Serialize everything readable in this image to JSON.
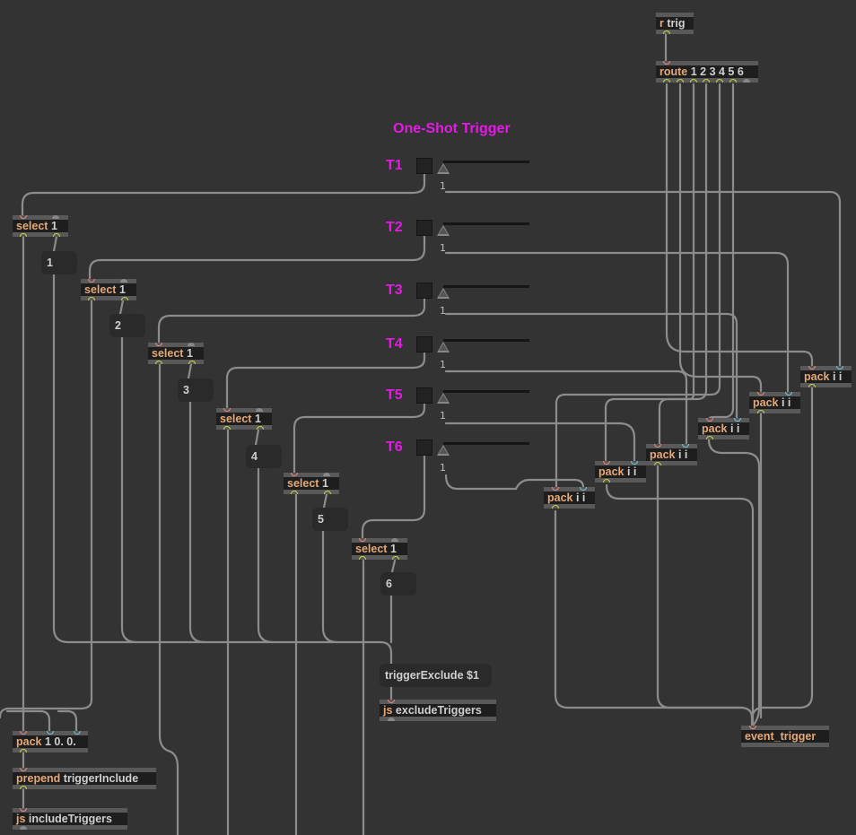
{
  "title": "One-Shot Trigger",
  "receive": {
    "cls": "r",
    "args": "trig"
  },
  "route": {
    "cls": "route",
    "args": "1 2 3 4 5 6"
  },
  "triggers": [
    {
      "label": "T1",
      "value": "1"
    },
    {
      "label": "T2",
      "value": "1"
    },
    {
      "label": "T3",
      "value": "1"
    },
    {
      "label": "T4",
      "value": "1"
    },
    {
      "label": "T5",
      "value": "1"
    },
    {
      "label": "T6",
      "value": "1"
    }
  ],
  "selects": [
    {
      "cls": "select",
      "args": "1",
      "msg": "1"
    },
    {
      "cls": "select",
      "args": "1",
      "msg": "2"
    },
    {
      "cls": "select",
      "args": "1",
      "msg": "3"
    },
    {
      "cls": "select",
      "args": "1",
      "msg": "4"
    },
    {
      "cls": "select",
      "args": "1",
      "msg": "5"
    },
    {
      "cls": "select",
      "args": "1",
      "msg": "6"
    }
  ],
  "packs": [
    {
      "cls": "pack",
      "args": "i i"
    },
    {
      "cls": "pack",
      "args": "i i"
    },
    {
      "cls": "pack",
      "args": "i i"
    },
    {
      "cls": "pack",
      "args": "i i"
    },
    {
      "cls": "pack",
      "args": "i i"
    },
    {
      "cls": "pack",
      "args": "i i"
    }
  ],
  "exclude_msg": "triggerExclude $1",
  "js_exclude": {
    "cls": "js",
    "args": "excludeTriggers"
  },
  "pack_include": {
    "cls": "pack",
    "args": "1 0. 0."
  },
  "prepend": {
    "cls": "prepend",
    "args": "triggerInclude"
  },
  "js_include": {
    "cls": "js",
    "args": "includeTriggers"
  },
  "event_trigger": {
    "cls": "event_trigger",
    "args": ""
  },
  "colors": {
    "label": "#e619e6",
    "class_text": "#e5a877",
    "wire": "#8a8a8a",
    "background": "#333333"
  }
}
